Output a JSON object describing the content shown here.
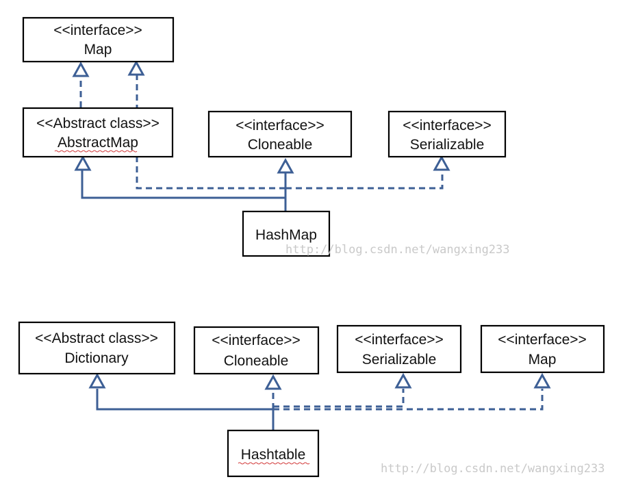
{
  "diagram1": {
    "map": {
      "stereotype": "<<interface>>",
      "name": "Map"
    },
    "abstract_map": {
      "stereotype": "<<Abstract class>>",
      "name": "AbstractMap"
    },
    "cloneable": {
      "stereotype": "<<interface>>",
      "name": "Cloneable"
    },
    "serializable": {
      "stereotype": "<<interface>>",
      "name": "Serializable"
    },
    "hashmap": {
      "name": "HashMap"
    }
  },
  "diagram2": {
    "dictionary": {
      "stereotype": "<<Abstract class>>",
      "name": "Dictionary"
    },
    "cloneable": {
      "stereotype": "<<interface>>",
      "name": "Cloneable"
    },
    "serializable": {
      "stereotype": "<<interface>>",
      "name": "Serializable"
    },
    "map": {
      "stereotype": "<<interface>>",
      "name": "Map"
    },
    "hashtable": {
      "name": "Hashtable"
    }
  },
  "watermark": "http://blog.csdn.net/wangxing233",
  "colors": {
    "connector": "#3d5f95",
    "box_border": "#000000",
    "watermark": "#c9c9c9"
  }
}
